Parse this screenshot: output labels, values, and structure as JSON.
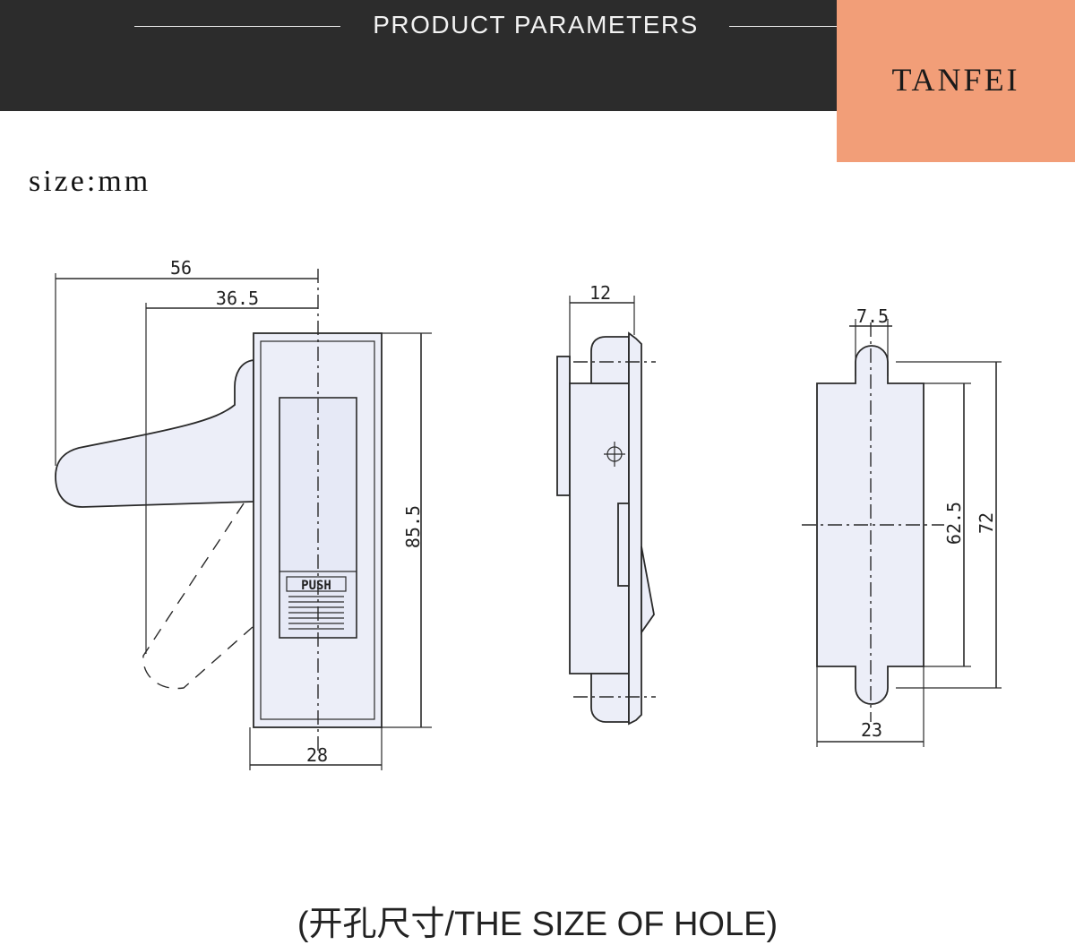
{
  "header": {
    "title": "PRODUCT PARAMETERS"
  },
  "brand": {
    "name": "TANFEI"
  },
  "unit_label": "size:mm",
  "front_view": {
    "dim_overall_width": "56",
    "dim_offset_width": "36.5",
    "dim_height": "85.5",
    "dim_body_width": "28",
    "push_label": "PUSH"
  },
  "side_view": {
    "dim_depth": "12"
  },
  "hole_view": {
    "dim_slot_width": "7.5",
    "dim_inner_height": "62.5",
    "dim_outer_height": "72",
    "dim_hole_width": "23"
  },
  "caption": "(开孔尺寸/THE SIZE OF HOLE)"
}
